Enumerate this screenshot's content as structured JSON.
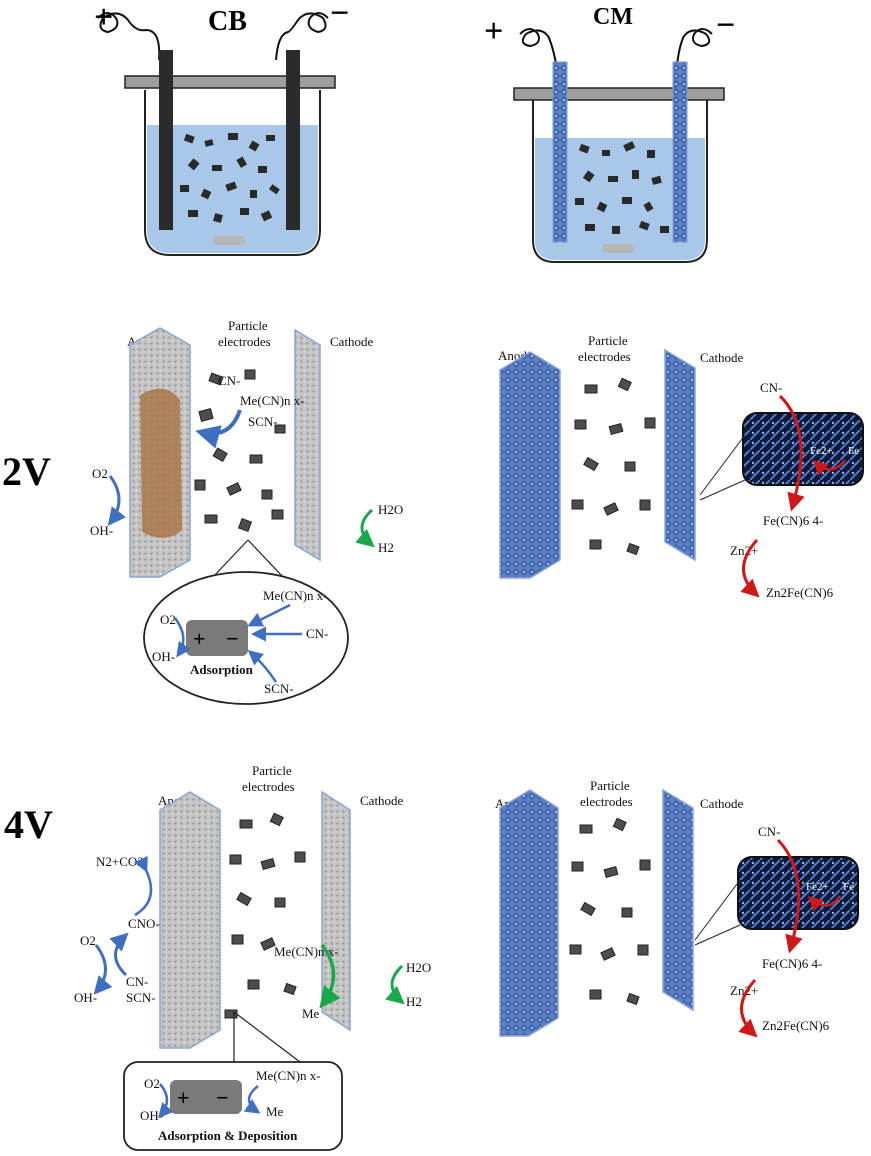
{
  "top": {
    "cb_title": "CB",
    "cm_title": "CM",
    "plus": "+",
    "minus": "−"
  },
  "rows": {
    "row1_label": "2V",
    "row2_label": "4V"
  },
  "common": {
    "anode": "Anode",
    "cathode": "Cathode",
    "particle_line1": "Particle",
    "particle_line2": "electrodes"
  },
  "panel_2v_cb": {
    "o2": "O2",
    "oh": "OH-",
    "cn": "CN-",
    "mecn": "Me(CN)n x-",
    "scn": "SCN-",
    "h2o": "H2O",
    "h2": "H2",
    "inset_o2": "O2",
    "inset_oh": "OH-",
    "inset_mecn": "Me(CN)n x-",
    "inset_cn": "CN-",
    "inset_scn": "SCN-",
    "inset_caption": "Adsorption"
  },
  "panel_cm": {
    "cn": "CN-",
    "fe_ion": "Fe2+",
    "fe": "Fe",
    "fecn": "Fe(CN)6 4-",
    "zn": "Zn2+",
    "znfecn": "Zn2Fe(CN)6"
  },
  "panel_4v_cb": {
    "n2co2": "N2+CO2",
    "cno": "CNO-",
    "o2": "O2",
    "oh": "OH-",
    "cn": "CN-",
    "scn": "SCN-",
    "mecn": "Me(CN)n x-",
    "me": "Me",
    "h2o": "H2O",
    "h2": "H2",
    "inset_o2": "O2",
    "inset_oh": "OH-",
    "inset_mecn": "Me(CN)n x-",
    "inset_me": "Me",
    "inset_caption": "Adsorption & Deposition"
  },
  "colors": {
    "water": "#a9c7e8",
    "graphite": "#2b2b2b",
    "mesh": "#4a6fb8",
    "felt": "#b9b9b9",
    "rust": "#a9733f",
    "arrow_blue": "#3f6fc0",
    "arrow_green": "#1aa84a",
    "arrow_red": "#d01818"
  }
}
